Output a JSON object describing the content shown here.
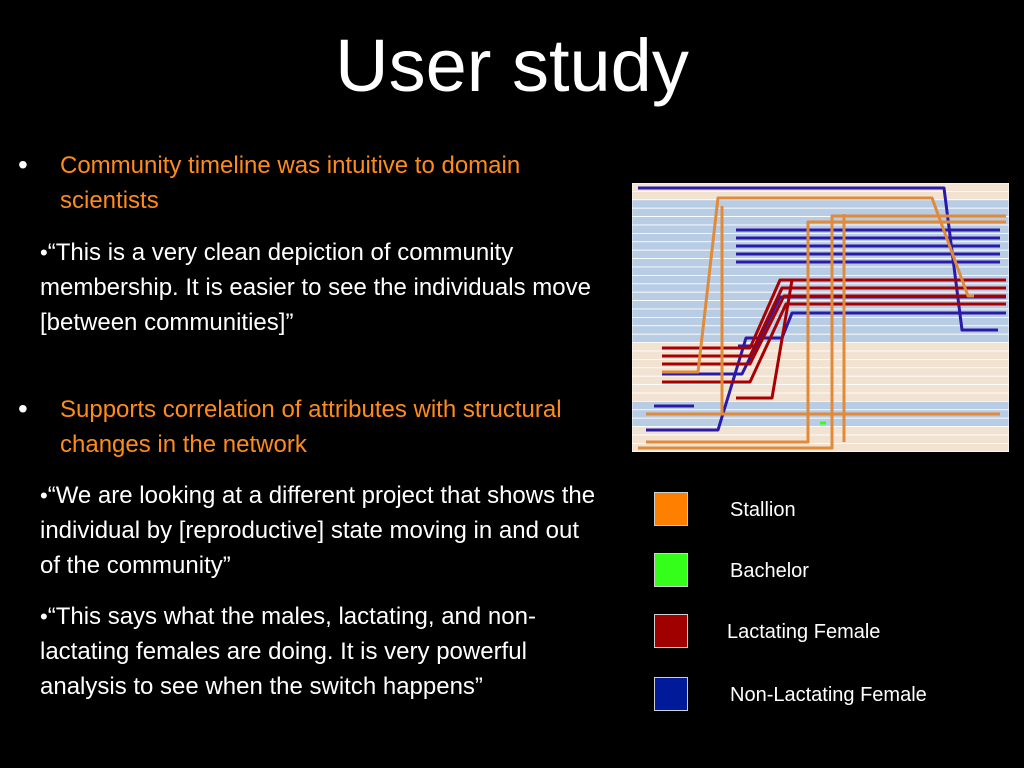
{
  "slide": {
    "title": "User study"
  },
  "bullets": [
    {
      "level": 1,
      "text": "Community timeline was intuitive to domain scientists",
      "color": "#ff8c1a"
    },
    {
      "level": 2,
      "text": "“This is a very clean depiction of community membership. It is easier to see the individuals move [between communities]”"
    },
    {
      "level": 1,
      "text": "Supports correlation of attributes with structural changes in the network",
      "color": "#ff8c1a"
    },
    {
      "level": 2,
      "text": "“We are looking at a different project that shows the individual by [reproductive] state moving in and out of the community”"
    },
    {
      "level": 2,
      "text": "“This says what the males, lactating, and non-lactating females are doing. It is very powerful analysis to see when the switch happens”"
    }
  ],
  "bullet_glyph": "•",
  "legend": [
    {
      "label": "Stallion",
      "color": "#ff8000"
    },
    {
      "label": "Bachelor",
      "color": "#33ff1a"
    },
    {
      "label": "Lactating Female",
      "color": "#a00000"
    },
    {
      "label": "Non-Lactating Female",
      "color": "#001a99"
    }
  ],
  "timeline_image": {
    "band_colors": [
      "#b8cce4",
      "#f2e2d2"
    ]
  }
}
